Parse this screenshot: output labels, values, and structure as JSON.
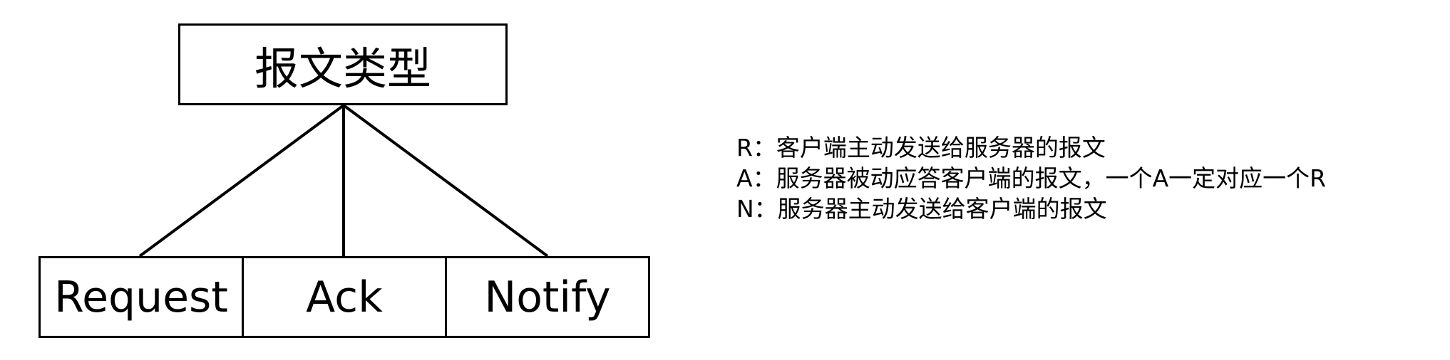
{
  "root": {
    "label": "报文类型"
  },
  "children": [
    {
      "label": "Request"
    },
    {
      "label": "Ack"
    },
    {
      "label": "Notify"
    }
  ],
  "legend": [
    {
      "text": "R：客户端主动发送给服务器的报文"
    },
    {
      "text": "A：服务器被动应答客户端的报文，一个A一定对应一个R"
    },
    {
      "text": "N：服务器主动发送给客户端的报文"
    }
  ]
}
